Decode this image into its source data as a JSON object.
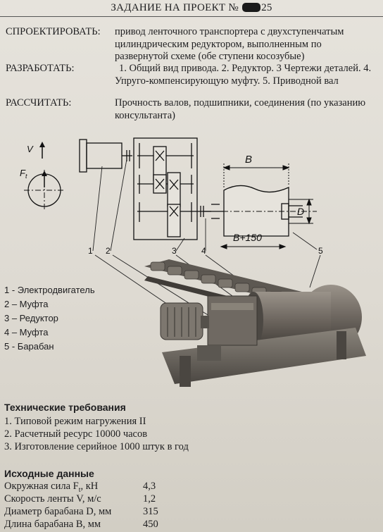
{
  "header": {
    "title_prefix": "ЗАДАНИЕ НА ПРОЕКТ №",
    "title_suffix": "25"
  },
  "assignment": [
    {
      "label": "СПРОЕКТИРОВАТЬ:",
      "text": "привод ленточного транспортера с двухступенчатым цилиндрическим редуктором, выполненным по развернутой схеме (обе ступени косозубые)"
    },
    {
      "label": "РАЗРАБОТАТЬ:",
      "text": "1. Общий вид привода. 2. Редуктор. 3 Чертежи деталей. 4. Упруго-компенсирующую муфту. 5. Приводной вал"
    },
    {
      "label": "РАССЧИТАТЬ:",
      "text": "Прочность валов, подшипники, соединения (по указанию консультанта)"
    }
  ],
  "scheme": {
    "v_label": "V",
    "ft_label": "F",
    "ft_sub": "t",
    "b_label": "B",
    "b150_label": "B+150",
    "d_label": "D",
    "callouts": [
      "1",
      "2",
      "3",
      "4",
      "5"
    ]
  },
  "legend": [
    "1 - Электродвигатель",
    "2 – Муфта",
    "3 – Редуктор",
    "4 – Муфта",
    "5 - Барабан"
  ],
  "requirements": {
    "title": "Технические требования",
    "items": [
      "1. Типовой режим нагружения II",
      "2. Расчетный ресурс 10000 часов",
      "3. Изготовление серийное 1000 штук в год"
    ]
  },
  "input_data": {
    "title": "Исходные данные",
    "rows": [
      {
        "name": "Окружная сила F",
        "sub": "t",
        "unit": ", кН",
        "value": "4,3"
      },
      {
        "name": "Скорость ленты V, м/с",
        "sub": "",
        "unit": "",
        "value": "1,2"
      },
      {
        "name": "Диаметр барабана D, мм",
        "sub": "",
        "unit": "",
        "value": "315"
      },
      {
        "name": "Длина барабана B, мм",
        "sub": "",
        "unit": "",
        "value": "450"
      }
    ]
  }
}
